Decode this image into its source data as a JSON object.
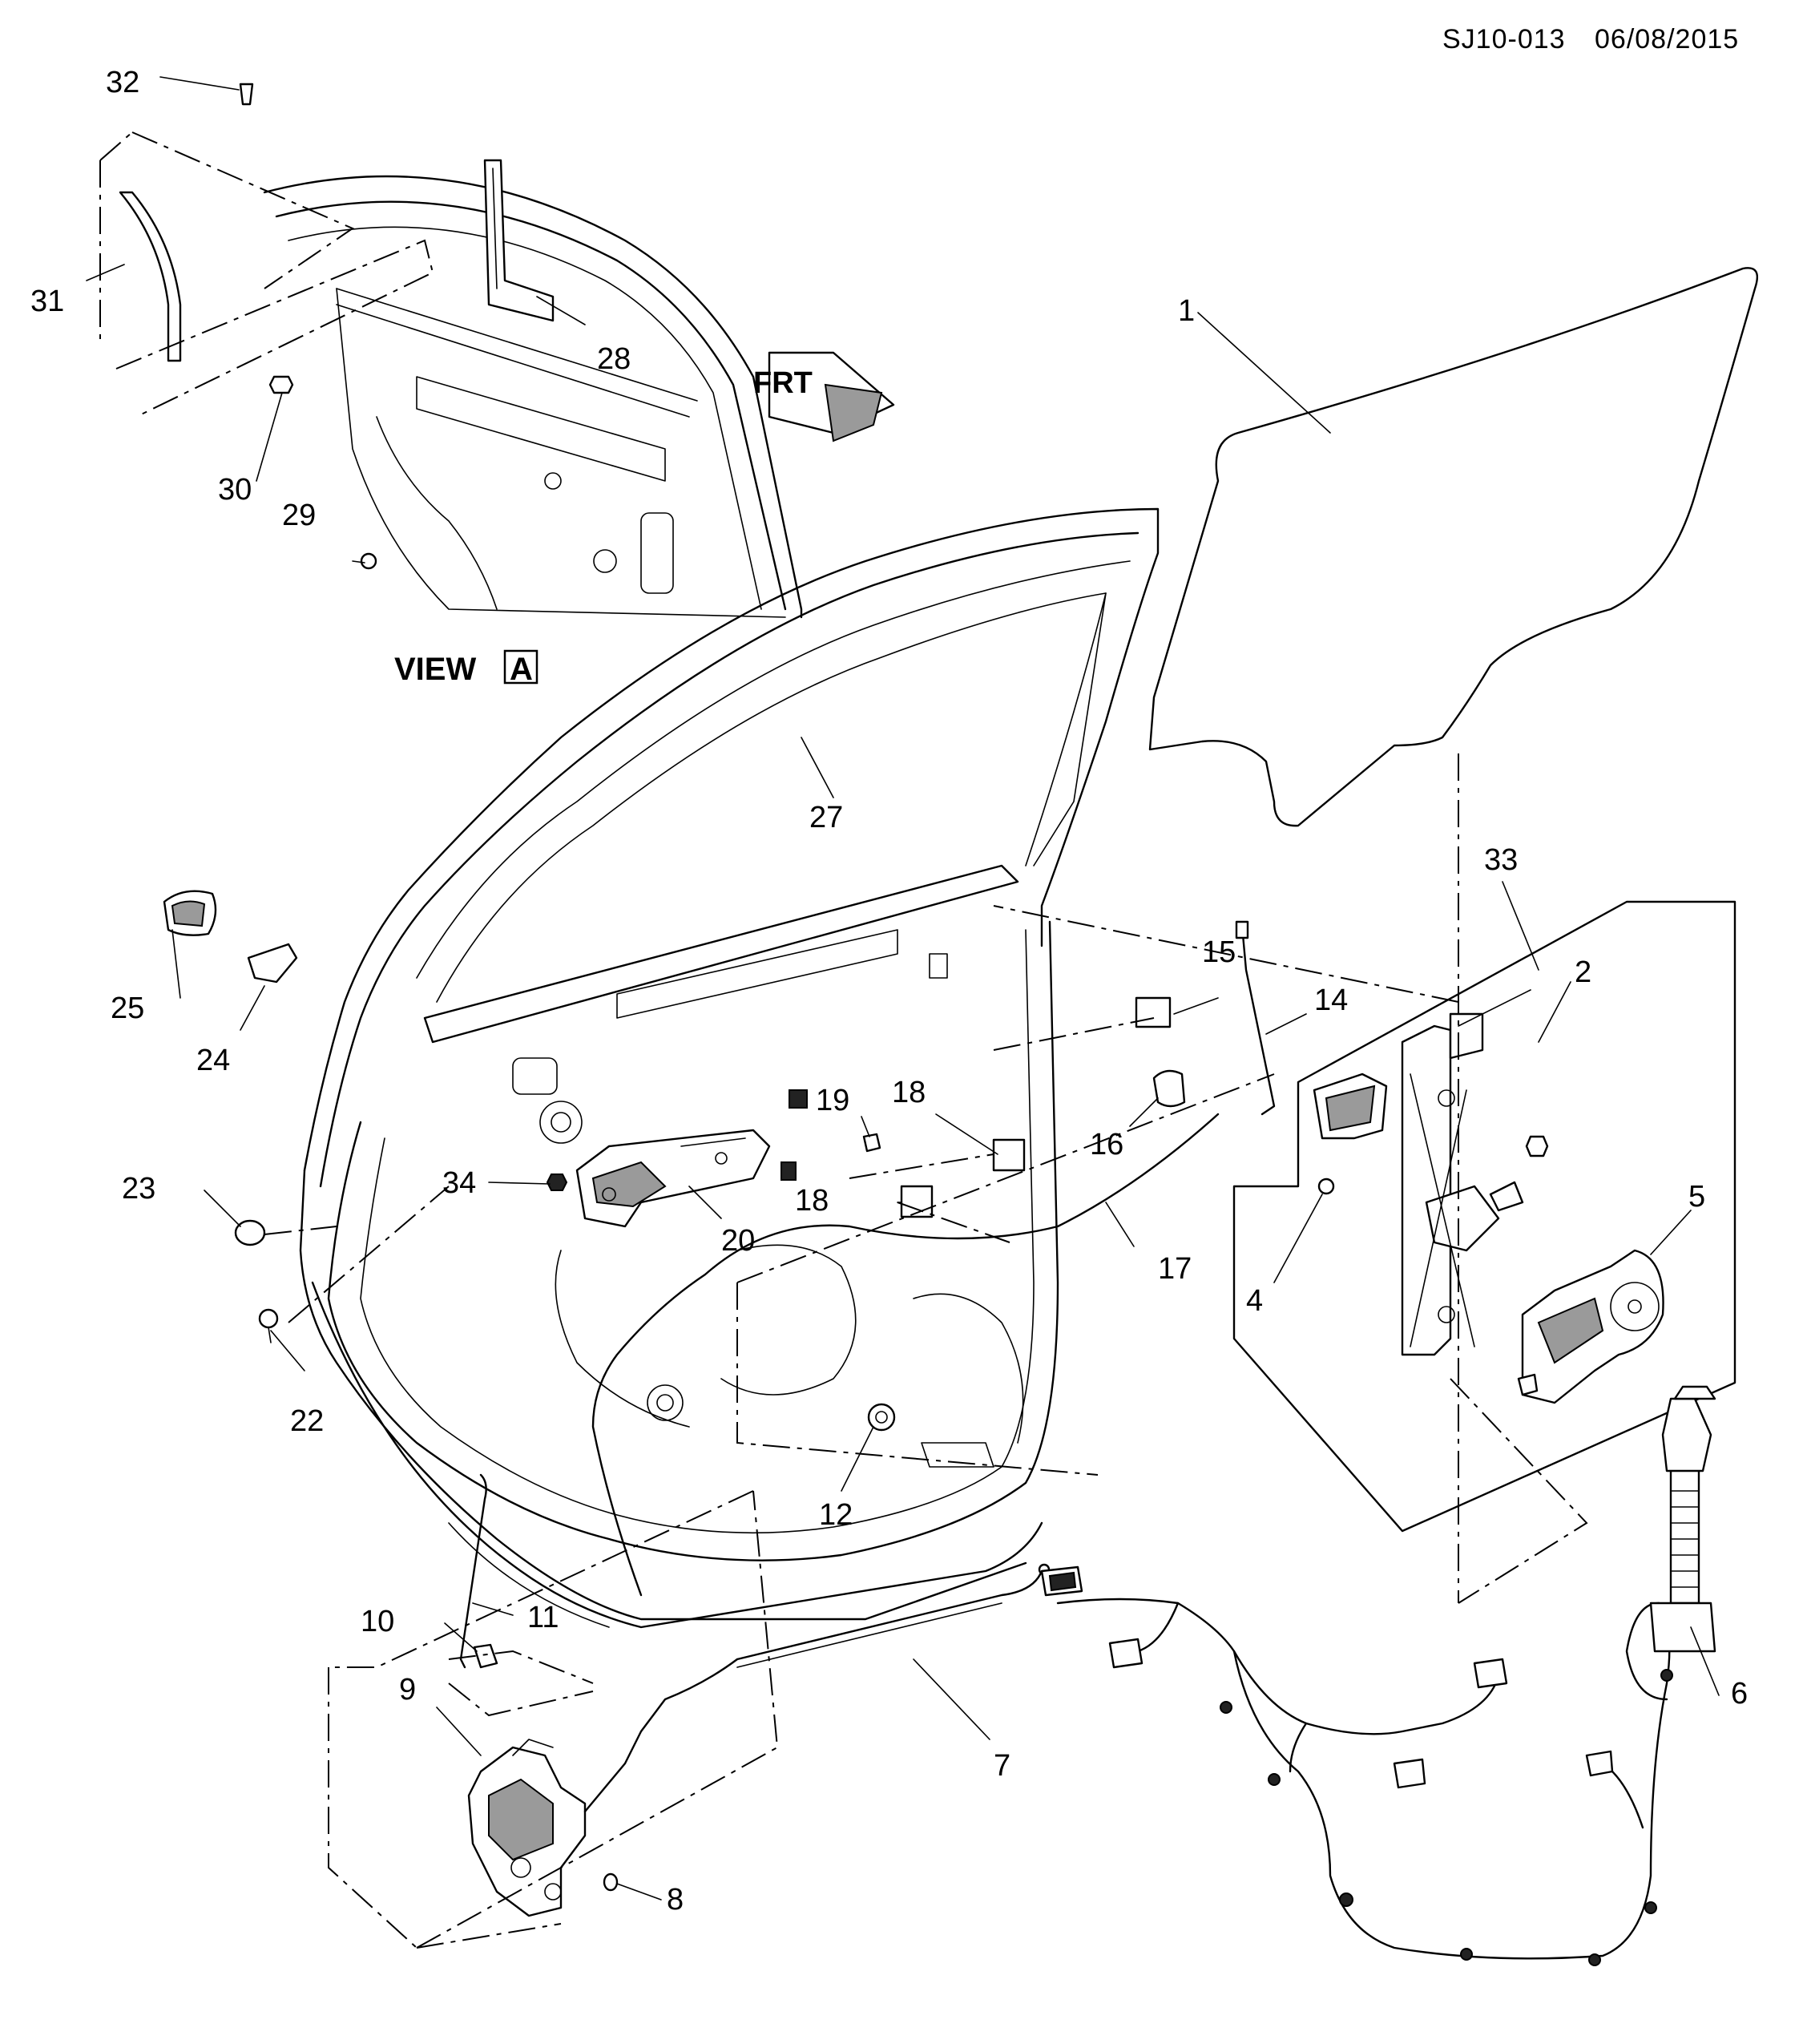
{
  "header": {
    "code": "SJ10-013",
    "date": "06/08/2015"
  },
  "view_label": {
    "text": "VIEW",
    "letter": "A"
  },
  "front_arrow": {
    "text": "FRT"
  },
  "callouts": [
    "1",
    "2",
    "4",
    "5",
    "6",
    "7",
    "8",
    "9",
    "10",
    "11",
    "12",
    "14",
    "15",
    "16",
    "17",
    "18",
    "18",
    "19",
    "20",
    "22",
    "23",
    "24",
    "25",
    "27",
    "28",
    "29",
    "30",
    "31",
    "32",
    "33",
    "34"
  ]
}
